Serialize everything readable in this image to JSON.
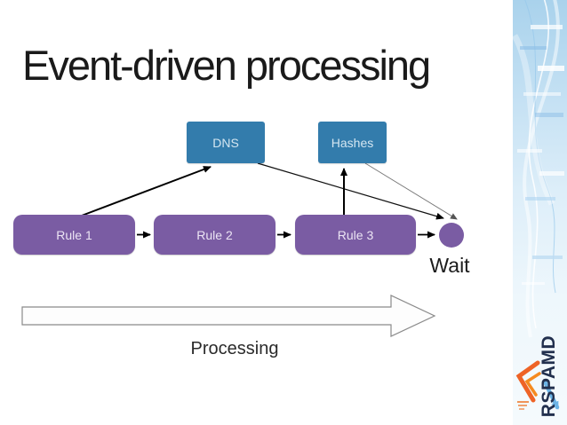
{
  "slide": {
    "title": "Event-driven processing"
  },
  "diagram": {
    "async_boxes": [
      {
        "id": "dns",
        "label": "DNS"
      },
      {
        "id": "hashes",
        "label": "Hashes"
      }
    ],
    "rule_boxes": [
      {
        "id": "rule-1",
        "label": "Rule 1"
      },
      {
        "id": "rule-2",
        "label": "Rule 2"
      },
      {
        "id": "rule-3",
        "label": "Rule 3"
      }
    ],
    "wait_label": "Wait",
    "processing_label": "Processing",
    "connections": [
      "Rule 1 -> DNS",
      "DNS -> Wait",
      "Rule 3 -> Hashes",
      "Hashes -> Wait",
      "Rule 1 -> Rule 2",
      "Rule 2 -> Rule 3",
      "Rule 3 -> Wait"
    ],
    "colors": {
      "async_box": "#337cac",
      "rule_box": "#7a5ca3",
      "arrow_black": "#000000",
      "arrow_gray": "#707070",
      "block_arrow_outline": "#8a8a8a"
    }
  },
  "sidebar": {
    "logo_text": "RSPAMD",
    "logo_colors": {
      "text": "#22304e",
      "arrow_orange": "#ee6326",
      "arrow_orange_light": "#f58a1f",
      "arrow_blue": "#6cb4e6"
    }
  }
}
